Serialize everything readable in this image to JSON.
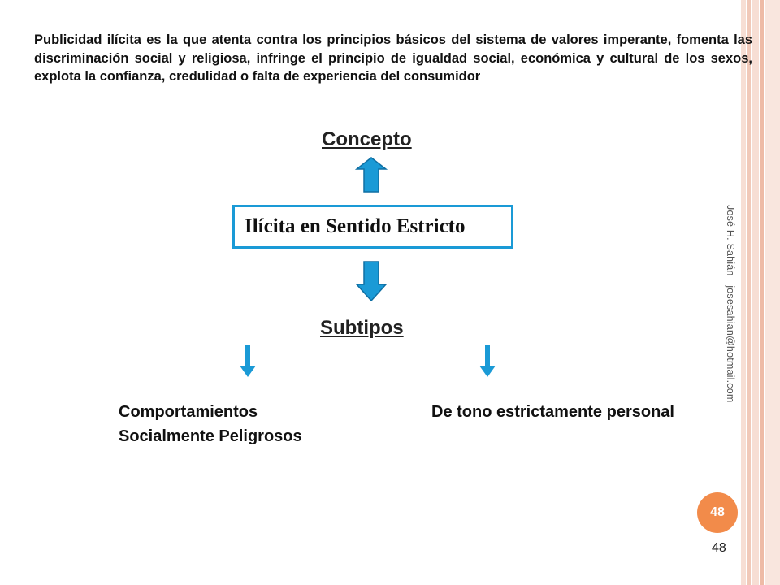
{
  "intro_text": "Publicidad ilícita es la que atenta contra los principios básicos del sistema de valores imperante, fomenta las discriminación social y religiosa, infringe el principio de igualdad social, económica y cultural de los sexos, explota la confianza, credulidad o falta de experiencia del consumidor",
  "diagram": {
    "top_heading": "Concepto",
    "center_box": "Ilícita en Sentido Estricto",
    "middle_heading": "Subtipos",
    "left_leaf": "Comportamientos Socialmente Peligrosos",
    "right_leaf": "De tono estrictamente personal"
  },
  "footer": {
    "vertical_credit": "José H. Sahián - josesahian@hotmail.com",
    "badge_number": "48",
    "page_number": "48"
  },
  "colors": {
    "box_border": "#1a9ad6",
    "arrow_fill": "#1a9ad6",
    "badge": "#f28b4a",
    "stripe_light": "#f6d9ce",
    "stripe_mid": "#efc1ae"
  }
}
